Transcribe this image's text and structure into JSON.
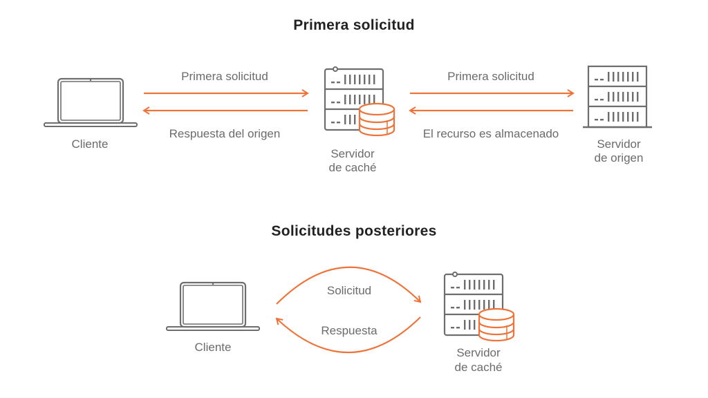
{
  "colors": {
    "accent": "#ee7339",
    "icon": "#6d6d6d",
    "text": "#6b6b6b",
    "title": "#222222"
  },
  "first_request": {
    "title": "Primera solicitud",
    "client_label": "Cliente",
    "cache_label_line1": "Servidor",
    "cache_label_line2": "de caché",
    "origin_label_line1": "Servidor",
    "origin_label_line2": "de origen",
    "arrow_client_to_cache": "Primera solicitud",
    "arrow_cache_to_client": "Respuesta del origen",
    "arrow_cache_to_origin": "Primera solicitud",
    "arrow_origin_to_cache": "El recurso es almacenado"
  },
  "subsequent_requests": {
    "title": "Solicitudes posteriores",
    "client_label": "Cliente",
    "cache_label_line1": "Servidor",
    "cache_label_line2": "de caché",
    "arrow_request": "Solicitud",
    "arrow_response": "Respuesta"
  },
  "icons": {
    "client": "laptop-icon",
    "cache_server": "server-with-database-icon",
    "origin_server": "server-rack-icon"
  }
}
